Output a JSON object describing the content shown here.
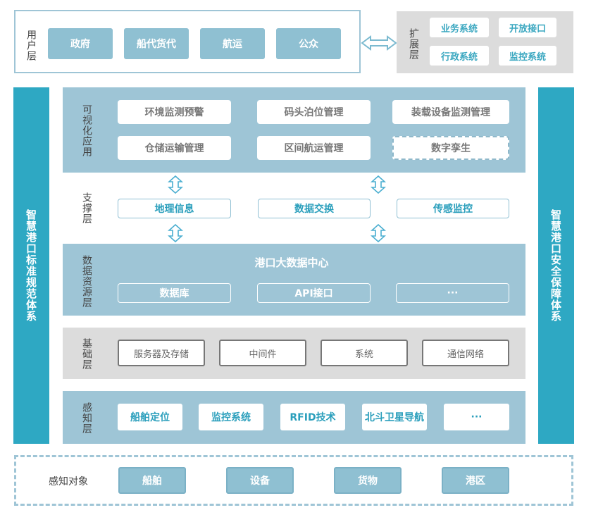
{
  "user_layer": {
    "label": "用户层",
    "items": [
      "政府",
      "船代货代",
      "航运",
      "公众"
    ]
  },
  "ext_layer": {
    "label": "扩展层",
    "items": [
      "业务系统",
      "开放接口",
      "行政系统",
      "监控系统"
    ]
  },
  "left_pillar": "智慧港口标准规范体系",
  "right_pillar": "智慧港口安全保障体系",
  "visual_layer": {
    "label": "可视化应用",
    "items": [
      "环境监测预警",
      "码头泊位管理",
      "装载设备监测管理",
      "仓储运输管理",
      "区间航运管理",
      "数字孪生"
    ]
  },
  "support_layer": {
    "label": "支撑层",
    "items": [
      "地理信息",
      "数据交换",
      "传感监控"
    ]
  },
  "data_layer": {
    "label": "数据资源层",
    "title": "港口大数据中心",
    "items": [
      "数据库",
      "API接口",
      "···"
    ]
  },
  "base_layer": {
    "label": "基础层",
    "items": [
      "服务器及存储",
      "中间件",
      "系统",
      "通信网络"
    ]
  },
  "sense_layer": {
    "label": "感知层",
    "items": [
      "船舶定位",
      "监控系统",
      "RFID技术",
      "北斗卫星导航",
      "···"
    ]
  },
  "objects": {
    "label": "感知对象",
    "items": [
      "船舶",
      "设备",
      "货物",
      "港区"
    ]
  },
  "colors": {
    "layer_blue": "#9ec5d6",
    "pillar_teal": "#2ea8c3",
    "grey": "#dcdcdc",
    "accent_text": "#2b9fbc"
  }
}
